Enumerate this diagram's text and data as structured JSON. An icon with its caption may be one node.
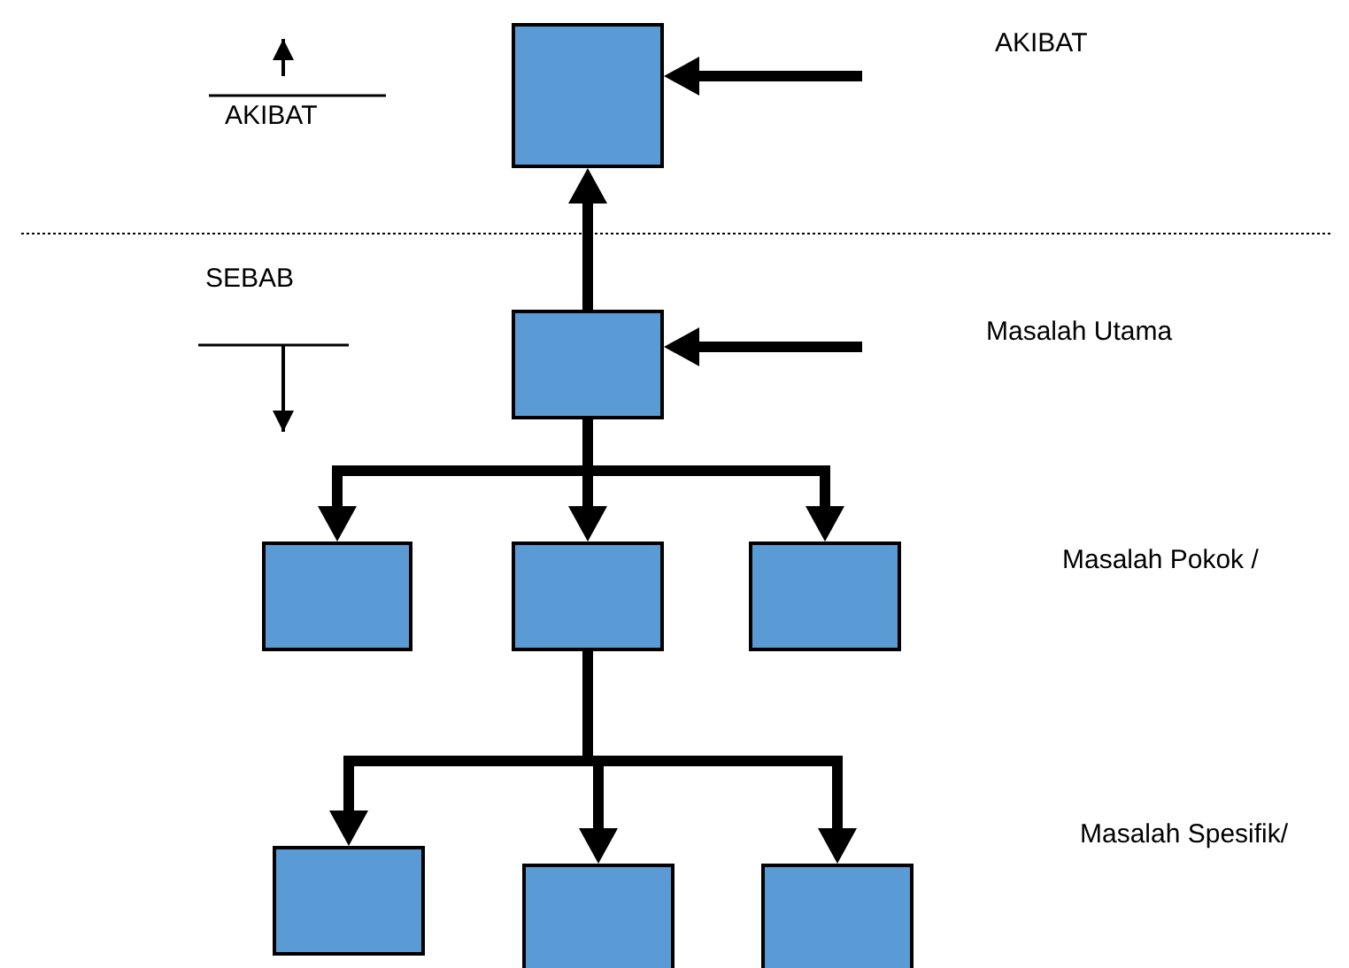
{
  "diagram": {
    "nodes": [
      {
        "text": [],
        "shape": "box"
      },
      {
        "text": [],
        "shape": "box"
      },
      {
        "text": [],
        "shape": "box"
      },
      {
        "text": [],
        "shape": "box"
      },
      {
        "text": [],
        "shape": "box"
      },
      {
        "text": [],
        "shape": "box"
      },
      {
        "text": [],
        "shape": "box"
      },
      {
        "text": [],
        "shape": "box"
      }
    ],
    "edges": [
      {
        "from": null,
        "to": 0,
        "arrow": "to"
      },
      {
        "from": 1,
        "to": 0,
        "arrow": "to"
      },
      {
        "from": null,
        "to": 1,
        "arrow": "to"
      },
      {
        "from": 1,
        "to": 2,
        "arrow": "to"
      },
      {
        "from": 1,
        "to": 3,
        "arrow": "to"
      },
      {
        "from": 1,
        "to": 4,
        "arrow": "to"
      },
      {
        "from": 3,
        "to": 5,
        "arrow": "to"
      },
      {
        "from": 3,
        "to": 6,
        "arrow": "to"
      },
      {
        "from": 3,
        "to": 7,
        "arrow": "to"
      }
    ],
    "labels": [
      "AKIBAT",
      "AKIBAT",
      "SEBAB",
      "Masalah Utama",
      "Masalah Pokok /",
      "Masalah Spesifik/"
    ]
  }
}
